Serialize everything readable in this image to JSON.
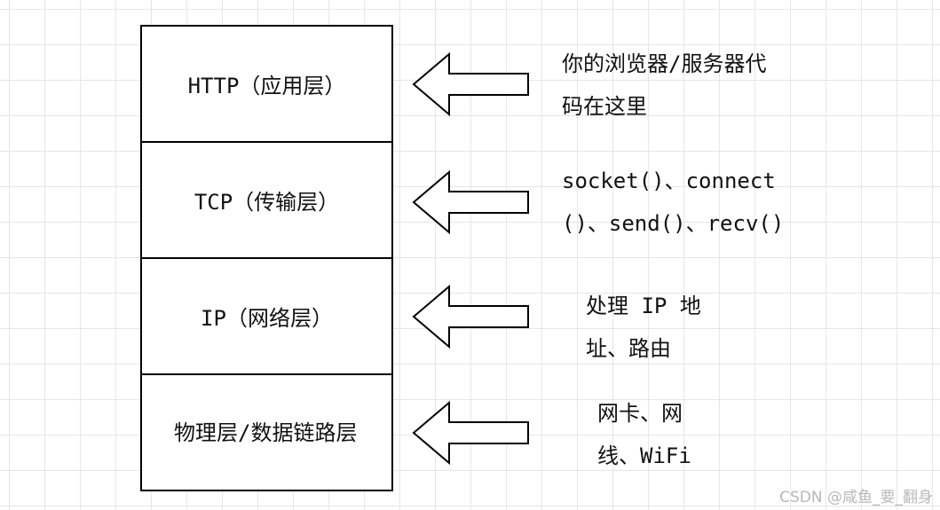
{
  "layers": [
    {
      "label": "HTTP（应用层）"
    },
    {
      "label": "TCP（传输层）"
    },
    {
      "label": "IP（网络层）"
    },
    {
      "label": "物理层/数据链路层"
    }
  ],
  "notes": [
    {
      "text": "你的浏览器/服务器代码在这里"
    },
    {
      "text": "socket()、connect()、send()、recv()"
    },
    {
      "text": "处理 IP 地址、路由"
    },
    {
      "text": "网卡、网线、WiFi"
    }
  ],
  "watermark": "CSDN @咸鱼_要_翻身",
  "colors": {
    "stroke": "#000000",
    "grid": "#e6e6e6",
    "watermark": "#b8b8b8"
  }
}
